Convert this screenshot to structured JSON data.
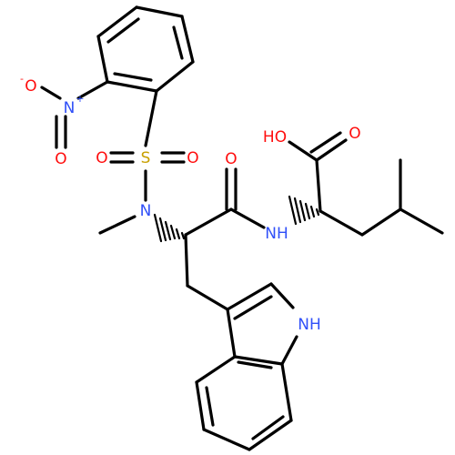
{
  "molecule": {
    "atom_labels": {
      "nitro_n": "N",
      "nitro_n_charge": "+",
      "nitro_o_minus": "O",
      "nitro_o_minus_charge": "-",
      "nitro_o_double": "O",
      "sulfonyl_s": "S",
      "sulfonyl_o_left": "O",
      "sulfonyl_o_right": "O",
      "sulfonamide_n": "N",
      "amide_o": "O",
      "amide_nh": "NH",
      "acid_oh": "HO",
      "acid_o": "O",
      "indole_nh": "NH"
    },
    "colors": {
      "bond": "#000000",
      "nitrogen": "#3050F8",
      "oxygen": "#FF0D0D",
      "sulfur": "#C8A000",
      "background": "#FFFFFF"
    }
  }
}
